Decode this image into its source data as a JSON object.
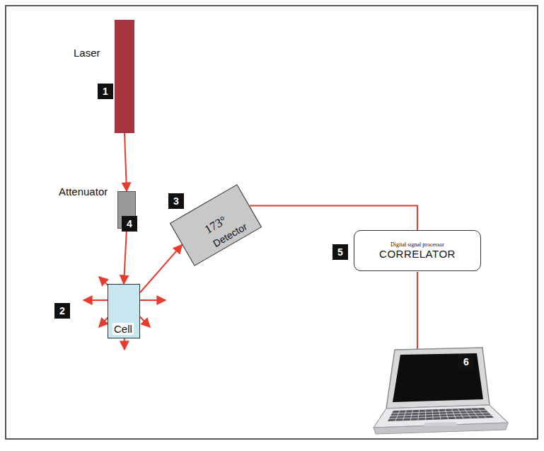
{
  "diagram": {
    "nodes": [
      {
        "text": [
          "Laser"
        ]
      },
      {
        "text": [
          "Attenuator"
        ]
      },
      {
        "text": [
          "Cell"
        ]
      },
      {
        "text": [
          "173°",
          "Detector"
        ]
      },
      {
        "text": [
          "Digital signal processor",
          "CORRELATOR"
        ]
      }
    ],
    "edges": [
      {
        "from": 0,
        "to": 1,
        "arrow": "to"
      },
      {
        "from": 1,
        "to": 2,
        "arrow": "to"
      },
      {
        "from": 2,
        "to": 3,
        "arrow": "to"
      },
      {
        "from": 3,
        "to": 4,
        "arrow": "none"
      }
    ],
    "labels": [
      "1",
      "2",
      "3",
      "4",
      "5",
      "6"
    ]
  }
}
